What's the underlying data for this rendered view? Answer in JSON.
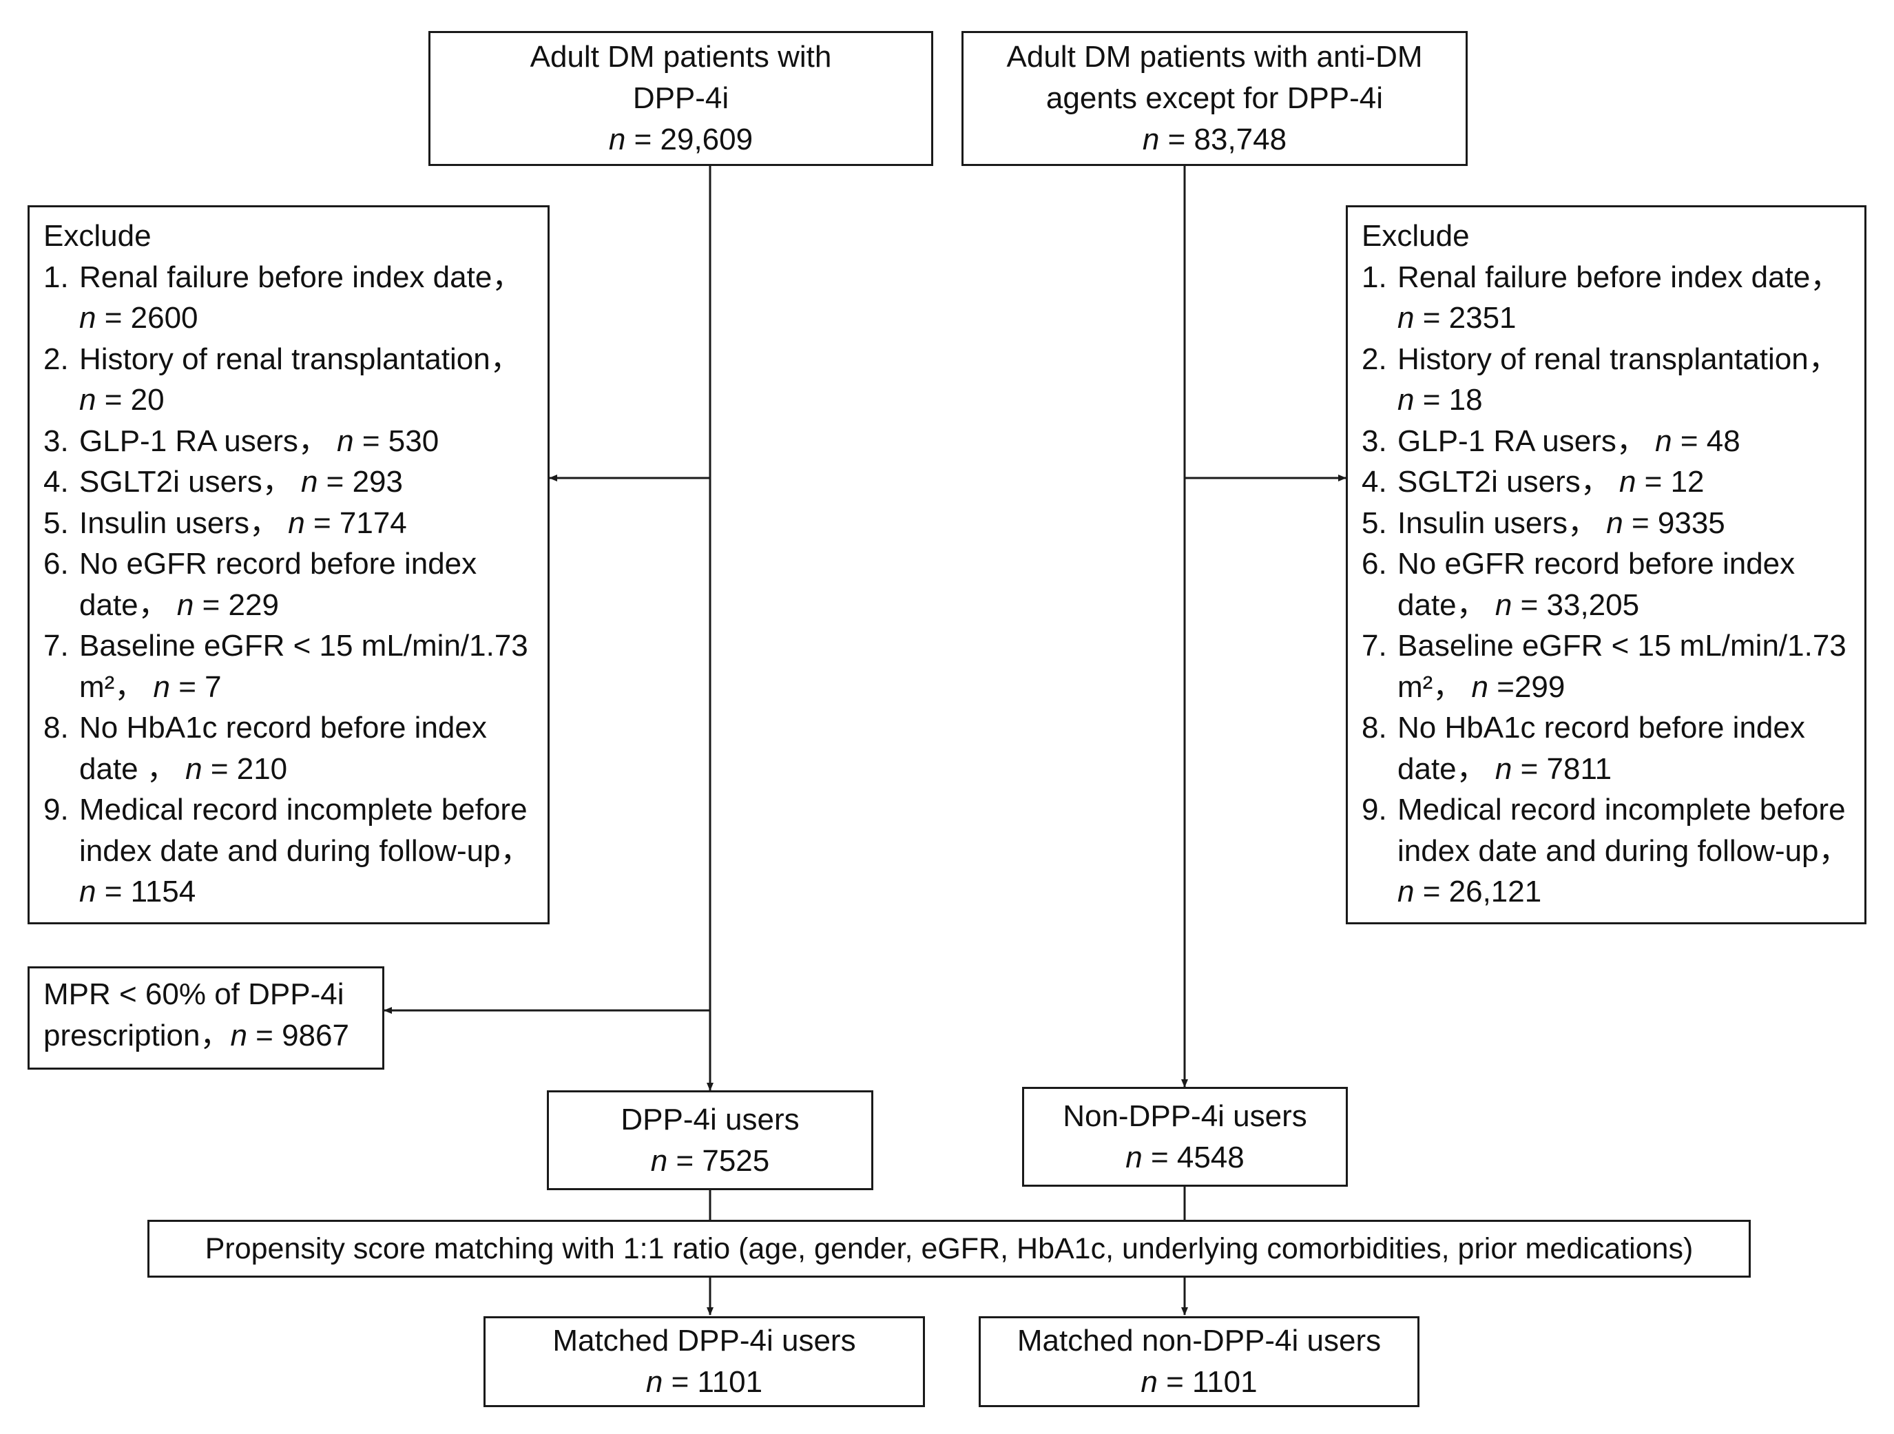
{
  "top_left": {
    "line1": "Adult DM patients with",
    "line2": "DPP-4i",
    "n_letter": "n",
    "n_rest": " = 29,609"
  },
  "top_right": {
    "line1": "Adult DM patients with anti-DM",
    "line2": "agents except for DPP-4i",
    "n_letter": "n",
    "n_rest": " = 83,748"
  },
  "exclude_left": {
    "heading": "Exclude",
    "items": [
      {
        "num": "1.",
        "text": "Renal failure before index date，",
        "n": "n",
        "count": " = 2600"
      },
      {
        "num": "2.",
        "text": "History of renal transplantation，",
        "n": "n",
        "count": " = 20"
      },
      {
        "num": "3.",
        "text": "GLP-1 RA users，",
        "n": "n",
        "count": " = 530"
      },
      {
        "num": "4.",
        "text": "SGLT2i users，",
        "n": "n",
        "count": " = 293"
      },
      {
        "num": "5.",
        "text": "Insulin users，",
        "n": "n",
        "count": " = 7174"
      },
      {
        "num": "6.",
        "text": "No eGFR record before index date，",
        "n": "n",
        "count": " = 229"
      },
      {
        "num": "7.",
        "text": "Baseline eGFR < 15 mL/min/1.73 m²，",
        "n": "n",
        "count": " = 7"
      },
      {
        "num": "8.",
        "text": "No HbA1c record before index date ，",
        "n": "n",
        "count": " = 210"
      },
      {
        "num": "9.",
        "text": "Medical record incomplete before index date and during follow-up，",
        "n": "n",
        "count": " = 1154"
      }
    ]
  },
  "exclude_right": {
    "heading": "Exclude",
    "items": [
      {
        "num": "1.",
        "text": "Renal failure before index date，",
        "n": "n",
        "count": " = 2351"
      },
      {
        "num": "2.",
        "text": "History of renal transplantation，",
        "n": "n",
        "count": " = 18"
      },
      {
        "num": "3.",
        "text": "GLP-1 RA users，",
        "n": "n",
        "count": " = 48"
      },
      {
        "num": "4.",
        "text": "SGLT2i users，",
        "n": "n",
        "count": " = 12"
      },
      {
        "num": "5.",
        "text": "Insulin users，",
        "n": "n",
        "count": " = 9335"
      },
      {
        "num": "6.",
        "text": "No eGFR record before index date，",
        "n": "n",
        "count": " = 33,205"
      },
      {
        "num": "7.",
        "text": "Baseline eGFR < 15 mL/min/1.73 m²，",
        "n": "n",
        "count": " =299"
      },
      {
        "num": "8.",
        "text": "No HbA1c record before index date，",
        "n": "n",
        "count": " = 7811"
      },
      {
        "num": "9.",
        "text": "Medical record incomplete before index date and during follow-up，",
        "n": "n",
        "count": " = 26,121"
      }
    ]
  },
  "mpr": {
    "line1": "MPR < 60% of DPP-4i",
    "line2": "prescription，",
    "n_letter": "n",
    "n_rest": " = 9867"
  },
  "dpp_users": {
    "title": "DPP-4i users",
    "n_letter": "n",
    "n_rest": " = 7525"
  },
  "non_dpp_users": {
    "title": "Non-DPP-4i users",
    "n_letter": "n",
    "n_rest": " = 4548"
  },
  "psm": {
    "text": "Propensity score matching with 1:1 ratio (age, gender, eGFR, HbA1c, underlying comorbidities, prior medications)"
  },
  "matched_dpp": {
    "title": "Matched DPP-4i users",
    "n_letter": "n",
    "n_rest": " = 1101"
  },
  "matched_non_dpp": {
    "title": "Matched non-DPP-4i users",
    "n_letter": "n",
    "n_rest": " = 1101"
  }
}
